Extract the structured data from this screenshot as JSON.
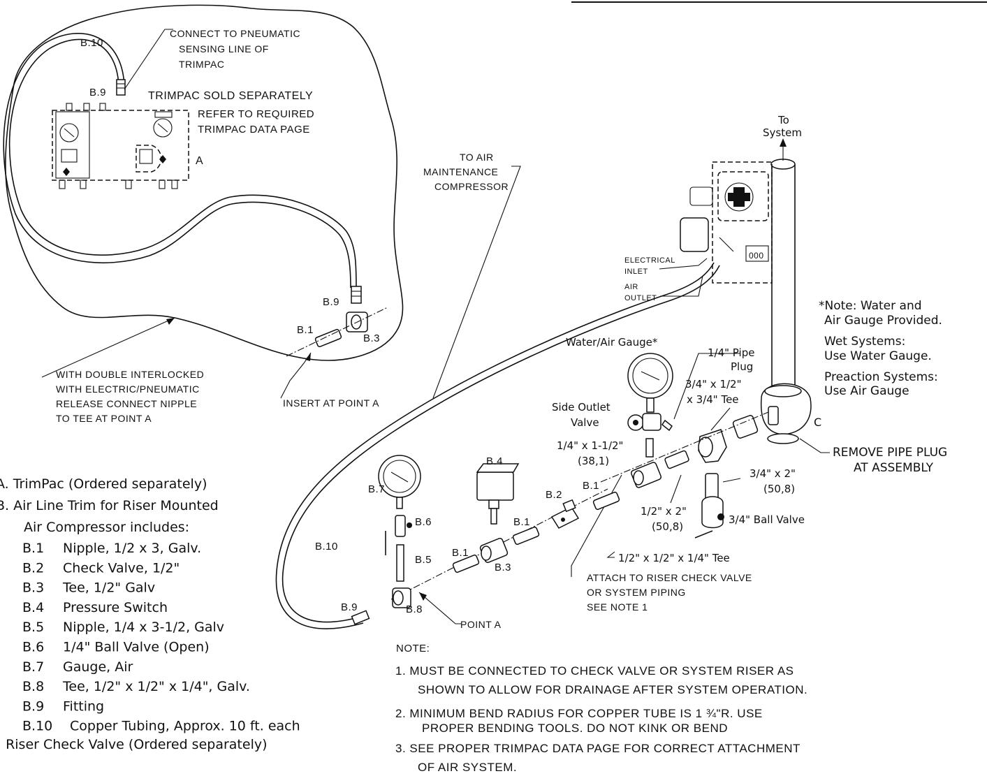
{
  "labels": {
    "b10_top": "B.10",
    "connect_1": "CONNECT TO PNEUMATIC",
    "connect_2": "SENSING LINE OF",
    "connect_3": "TRIMPAC",
    "b9_top": "B.9",
    "trimpac_sold": "TRIMPAC SOLD SEPARATELY",
    "refer_1": "REFER TO REQUIRED",
    "refer_2": "TRIMPAC DATA PAGE",
    "a": "A",
    "to_air_1": "TO AIR",
    "to_air_2": "MAINTENANCE",
    "to_air_3": "COMPRESSOR",
    "to_system_1": "To",
    "to_system_2": "System",
    "electrical_1": "ELECTRICAL",
    "electrical_2": "INLET",
    "air_outlet_1": "AIR",
    "air_outlet_2": "OUTLET",
    "b9_inner": "B.9",
    "b1_inner": "B.1",
    "b3_inner": "B.3",
    "double_1": "WITH DOUBLE INTERLOCKED",
    "double_2": "WITH ELECTRIC/PNEUMATIC",
    "double_3": "RELEASE CONNECT NIPPLE",
    "double_4": "TO TEE AT POINT A",
    "insert": "INSERT AT POINT A",
    "gauge_wa": "Water/Air Gauge*",
    "pipe_plug_1": "1/4\" Pipe",
    "pipe_plug_2": "Plug",
    "tee34_1": "3/4\" x 1/2\"",
    "tee34_2": "x 3/4\" Tee",
    "side_outlet_1": "Side Outlet",
    "side_outlet_2": "Valve",
    "nip14_1": "1/4\" x 1-1/2\"",
    "nip14_2": "(38,1)",
    "c": "C",
    "remove_1": "REMOVE PIPE PLUG",
    "remove_2": "AT ASSEMBLY",
    "nip34_1": "3/4\" x 2\"",
    "nip34_2": "(50,8)",
    "nip12_1": "1/2\" x 2\"",
    "nip12_2": "(50,8)",
    "ball34": "3/4\" Ball Valve",
    "tee_half": "1/2\" x 1/2\" x 1/4\" Tee",
    "attach_1": "ATTACH TO RISER CHECK VALVE",
    "attach_2": "OR SYSTEM PIPING",
    "attach_3": "SEE NOTE 1",
    "b4": "B.4",
    "b7": "B.7",
    "b6": "B.6",
    "b5": "B.5",
    "b2": "B.2",
    "b1_a": "B.1",
    "b1_b": "B.1",
    "b1_c": "B.1",
    "b3": "B.3",
    "b10_low": "B.10",
    "b9_low": "B.9",
    "b8": "B.8",
    "point_a": "POINT A"
  },
  "note_side": {
    "l1": "*Note: Water and",
    "l2": "Air Gauge Provided.",
    "l3": "Wet Systems:",
    "l4": "Use Water Gauge.",
    "l5": "Preaction Systems:",
    "l6": "Use Air Gauge"
  },
  "legend": {
    "a": "A. TrimPac (Ordered separately)",
    "b_1": "B. Air Line Trim for Riser Mounted",
    "b_2": "Air Compressor includes:",
    "items": [
      {
        "id": "B.1",
        "text": "Nipple, 1/2 x 3, Galv."
      },
      {
        "id": "B.2",
        "text": "Check Valve, 1/2\""
      },
      {
        "id": "B.3",
        "text": "Tee, 1/2\" Galv"
      },
      {
        "id": "B.4",
        "text": "Pressure Switch"
      },
      {
        "id": "B.5",
        "text": "Nipple, 1/4 x 3-1/2, Galv"
      },
      {
        "id": "B.6",
        "text": "1/4\" Ball Valve (Open)"
      },
      {
        "id": "B.7",
        "text": "Gauge, Air"
      },
      {
        "id": "B.8",
        "text": "Tee, 1/2\" x 1/2\" x 1/4\", Galv."
      },
      {
        "id": "B.9",
        "text": "Fitting"
      },
      {
        "id": "B.10",
        "text": "Copper Tubing, Approx. 10 ft. each"
      }
    ],
    "c": ". Riser Check Valve (Ordered separately)"
  },
  "notes": {
    "header": "NOTE:",
    "n1_1": "1. MUST BE CONNECTED TO CHECK VALVE OR SYSTEM RISER AS",
    "n1_2": "SHOWN TO ALLOW FOR DRAINAGE AFTER SYSTEM OPERATION.",
    "n2_1": "2. MINIMUM BEND RADIUS FOR COPPER TUBE IS 1 ¾\"R. USE",
    "n2_2": "PROPER BENDING TOOLS. DO NOT KINK OR BEND",
    "n3_1": "3. SEE PROPER TRIMPAC DATA PAGE FOR CORRECT ATTACHMENT",
    "n3_2": "OF AIR SYSTEM."
  }
}
